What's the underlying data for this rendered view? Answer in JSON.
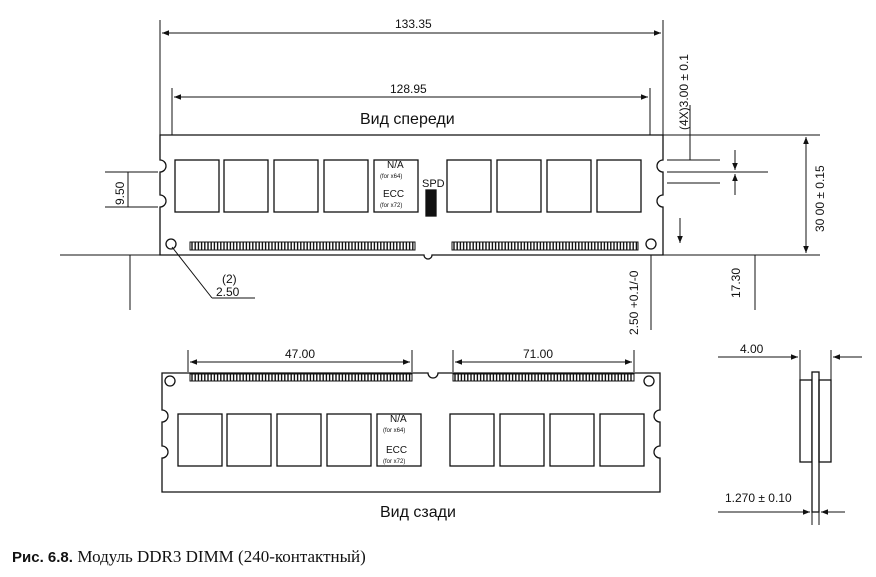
{
  "front": {
    "title": "Вид спереди",
    "dim_total_width": "133.35",
    "dim_inner_width": "128.95",
    "dim_left_notch": "9.50",
    "dim_hole": "(2)",
    "dim_hole_dia": "2.50",
    "dim_height": "30 00 ± 0.15",
    "dim_notch_height": "(4X)3.00 ± 0.1",
    "dim_key_offset": "17.30",
    "dim_pin_offset": "2.50 +0.1/-0",
    "label_na": "N/A",
    "label_na_sub": "(for x64)",
    "label_ecc": "ECC",
    "label_ecc_sub": "(for x72)",
    "label_spd": "SPD"
  },
  "back": {
    "title": "Вид сзади",
    "dim_left_pins": "47.00",
    "dim_right_pins": "71.00",
    "label_na": "N/A",
    "label_na_sub": "(for x64)",
    "label_ecc": "ECC",
    "label_ecc_sub": "(for x72)"
  },
  "side": {
    "dim_thickness": "4.00",
    "dim_pcb": "1.270 ± 0.10"
  },
  "caption": {
    "figure_label": "Рис. 6.8.",
    "text": "Модуль DDR3 DIMM (240-контактный)"
  }
}
